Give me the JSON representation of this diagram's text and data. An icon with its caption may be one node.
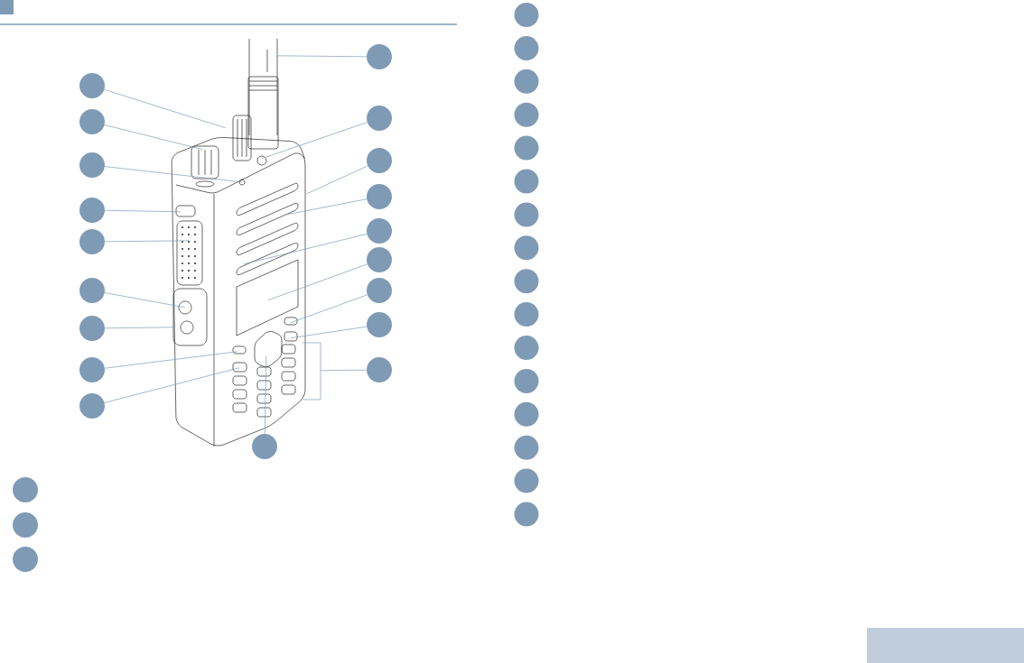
{
  "diagram": {
    "nodes": [
      {
        "text": [],
        "shape": "circle"
      },
      {
        "text": [],
        "shape": "circle"
      },
      {
        "text": [],
        "shape": "circle"
      },
      {
        "text": [],
        "shape": "circle"
      },
      {
        "text": [],
        "shape": "circle"
      },
      {
        "text": [],
        "shape": "circle"
      },
      {
        "text": [],
        "shape": "circle"
      },
      {
        "text": [],
        "shape": "circle"
      },
      {
        "text": [],
        "shape": "circle"
      },
      {
        "text": [],
        "shape": "circle"
      },
      {
        "text": [],
        "shape": "circle"
      },
      {
        "text": [],
        "shape": "circle"
      },
      {
        "text": [],
        "shape": "circle"
      },
      {
        "text": [],
        "shape": "circle"
      },
      {
        "text": [],
        "shape": "circle"
      },
      {
        "text": [],
        "shape": "circle"
      },
      {
        "text": [],
        "shape": "circle"
      },
      {
        "text": [],
        "shape": "circle"
      },
      {
        "text": [],
        "shape": "circle"
      },
      {
        "text": [],
        "shape": "circle"
      },
      {
        "text": [],
        "shape": "circle"
      },
      {
        "text": [],
        "shape": "circle"
      },
      {
        "text": [],
        "shape": "circle"
      },
      {
        "text": [],
        "shape": "circle"
      },
      {
        "text": [],
        "shape": "circle"
      },
      {
        "text": [],
        "shape": "circle"
      },
      {
        "text": [],
        "shape": "circle"
      },
      {
        "text": [],
        "shape": "circle"
      },
      {
        "text": [],
        "shape": "circle"
      },
      {
        "text": [],
        "shape": "circle"
      },
      {
        "text": [],
        "shape": "circle"
      },
      {
        "text": [],
        "shape": "circle"
      },
      {
        "text": [],
        "shape": "circle"
      },
      {
        "text": [],
        "shape": "circle"
      },
      {
        "text": [],
        "shape": "circle"
      },
      {
        "text": [],
        "shape": "circle"
      },
      {
        "text": [],
        "shape": "circle"
      },
      {
        "text": [],
        "shape": "circle"
      },
      {
        "text": [],
        "shape": "picture"
      }
    ],
    "edges": [
      {
        "from": 0,
        "to": 38,
        "arrow": "none"
      },
      {
        "from": 1,
        "to": 38,
        "arrow": "none"
      },
      {
        "from": 2,
        "to": 38,
        "arrow": "none"
      },
      {
        "from": 3,
        "to": 38,
        "arrow": "none"
      },
      {
        "from": 4,
        "to": 38,
        "arrow": "none"
      },
      {
        "from": 5,
        "to": 38,
        "arrow": "none"
      },
      {
        "from": 6,
        "to": 38,
        "arrow": "none"
      },
      {
        "from": 7,
        "to": 38,
        "arrow": "none"
      },
      {
        "from": 8,
        "to": 38,
        "arrow": "none"
      },
      {
        "from": 9,
        "to": 38,
        "arrow": "none"
      },
      {
        "from": 10,
        "to": 38,
        "arrow": "none"
      },
      {
        "from": 11,
        "to": 38,
        "arrow": "none"
      },
      {
        "from": 12,
        "to": 38,
        "arrow": "none"
      },
      {
        "from": 13,
        "to": 38,
        "arrow": "none"
      },
      {
        "from": 14,
        "to": 38,
        "arrow": "none"
      },
      {
        "from": 15,
        "to": 38,
        "arrow": "none"
      },
      {
        "from": 16,
        "to": 38,
        "arrow": "none"
      },
      {
        "from": 17,
        "to": 38,
        "arrow": "none"
      },
      {
        "from": 18,
        "to": 38,
        "arrow": "none"
      }
    ]
  }
}
